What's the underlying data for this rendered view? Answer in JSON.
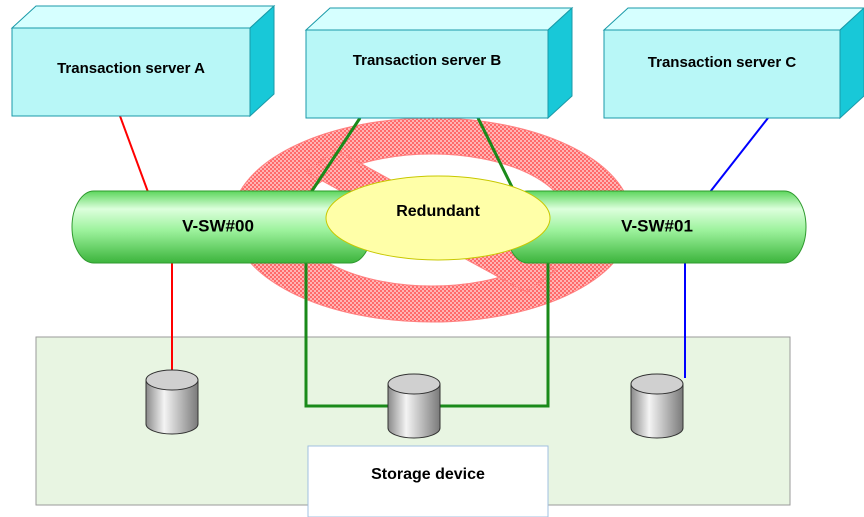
{
  "servers": [
    {
      "id": "a",
      "label": "Transaction server A"
    },
    {
      "id": "b",
      "label": "Transaction server B"
    },
    {
      "id": "c",
      "label": "Transaction server C"
    }
  ],
  "switches": [
    {
      "id": "00",
      "label": "V-SW#00"
    },
    {
      "id": "01",
      "label": "V-SW#01"
    }
  ],
  "redundant_label": "Redundant",
  "storage_label": "Storage device",
  "colors": {
    "server_fill": "#b8f7f7",
    "server_side": "#18c8d8",
    "switch_green": "#9cf29c",
    "link_a": "#ff0000",
    "link_b": "#1a8a1a",
    "link_c": "#0000ff",
    "prohibit": "#ff5050",
    "ellipse_fill": "#ffffa8",
    "storage_panel": "#e8f5e2"
  }
}
